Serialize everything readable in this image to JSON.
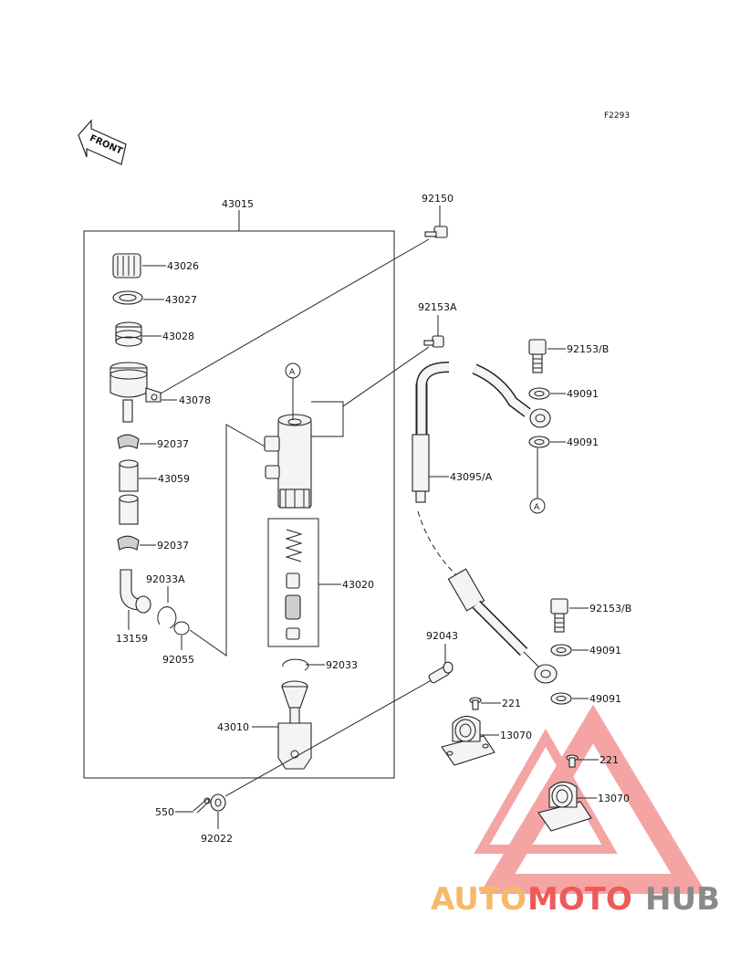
{
  "figure_code": "F2293",
  "front_label": "FRONT",
  "ref_marker": "A",
  "assembly_label": "43015",
  "parts": {
    "p43026": "43026",
    "p43027": "43027",
    "p43028": "43028",
    "p43078": "43078",
    "p92037a": "92037",
    "p43059": "43059",
    "p92037b": "92037",
    "p92033A": "92033A",
    "p13159": "13159",
    "p92055": "92055",
    "p43020": "43020",
    "p92033": "92033",
    "p43010": "43010",
    "p550": "550",
    "p92022": "92022",
    "p92150": "92150",
    "p92153A": "92153A",
    "p92153B_top": "92153/B",
    "p49091_1": "49091",
    "p49091_2": "49091",
    "p43095A": "43095/A",
    "p92153B_bot": "92153/B",
    "p49091_3": "49091",
    "p49091_4": "49091",
    "p92043": "92043",
    "p221_a": "221",
    "p13070_a": "13070",
    "p221_b": "221",
    "p13070_b": "13070"
  },
  "watermark": {
    "part1": "AUTO",
    "part2": "MOTO",
    "part3": "HUB",
    "color_orange": "#f5b96a",
    "color_red": "#ee5a5a",
    "color_grey": "#8a8a8a"
  }
}
